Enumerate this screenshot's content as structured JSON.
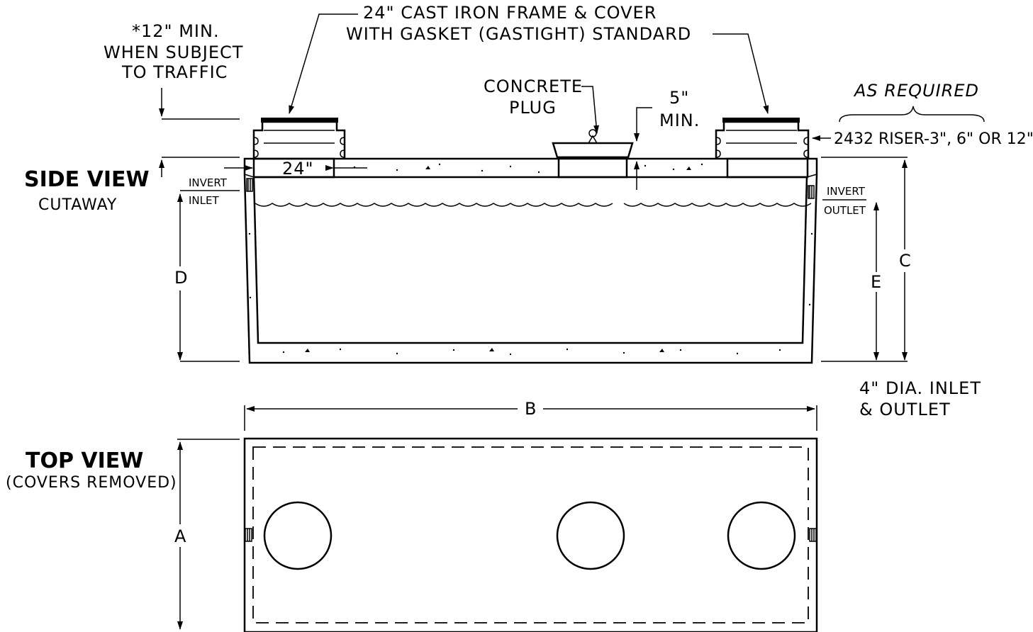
{
  "side_view": {
    "title": "SIDE VIEW",
    "subtitle": "CUTAWAY"
  },
  "top_view": {
    "title": "TOP VIEW",
    "subtitle": "(COVERS REMOVED)"
  },
  "notes": {
    "traffic_line1": "*12\" MIN.",
    "traffic_line2": "WHEN SUBJECT",
    "traffic_line3": "TO TRAFFIC",
    "frame_line1": "24\" CAST IRON FRAME & COVER",
    "frame_line2": "WITH GASKET (GASTIGHT) STANDARD",
    "plug_line1": "CONCRETE",
    "plug_line2": "PLUG",
    "min5_line1": "5\"",
    "min5_line2": "MIN.",
    "as_required": "AS REQUIRED",
    "riser": "2432 RISER-3\", 6\" OR 12\"",
    "opening": "24\"",
    "invert_inlet_1": "INVERT",
    "invert_inlet_2": "INLET",
    "invert_outlet_1": "INVERT",
    "invert_outlet_2": "OUTLET",
    "pipe_line1": "4\" DIA. INLET",
    "pipe_line2": "& OUTLET"
  },
  "dimensions": {
    "a": "A",
    "b": "B",
    "c": "C",
    "d": "D",
    "e": "E"
  }
}
